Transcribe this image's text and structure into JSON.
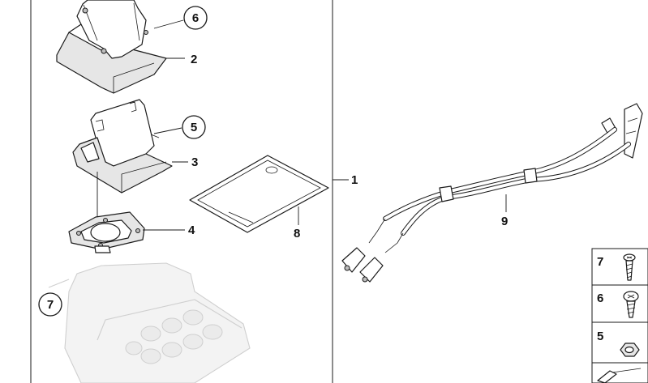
{
  "callouts": {
    "c1": "1",
    "c2": "2",
    "c3": "3",
    "c4": "4",
    "c5": "5",
    "c6": "6",
    "c7": "7",
    "c8": "8",
    "c9": "9"
  },
  "legend": {
    "row7": "7",
    "row6": "6",
    "row5": "5"
  }
}
